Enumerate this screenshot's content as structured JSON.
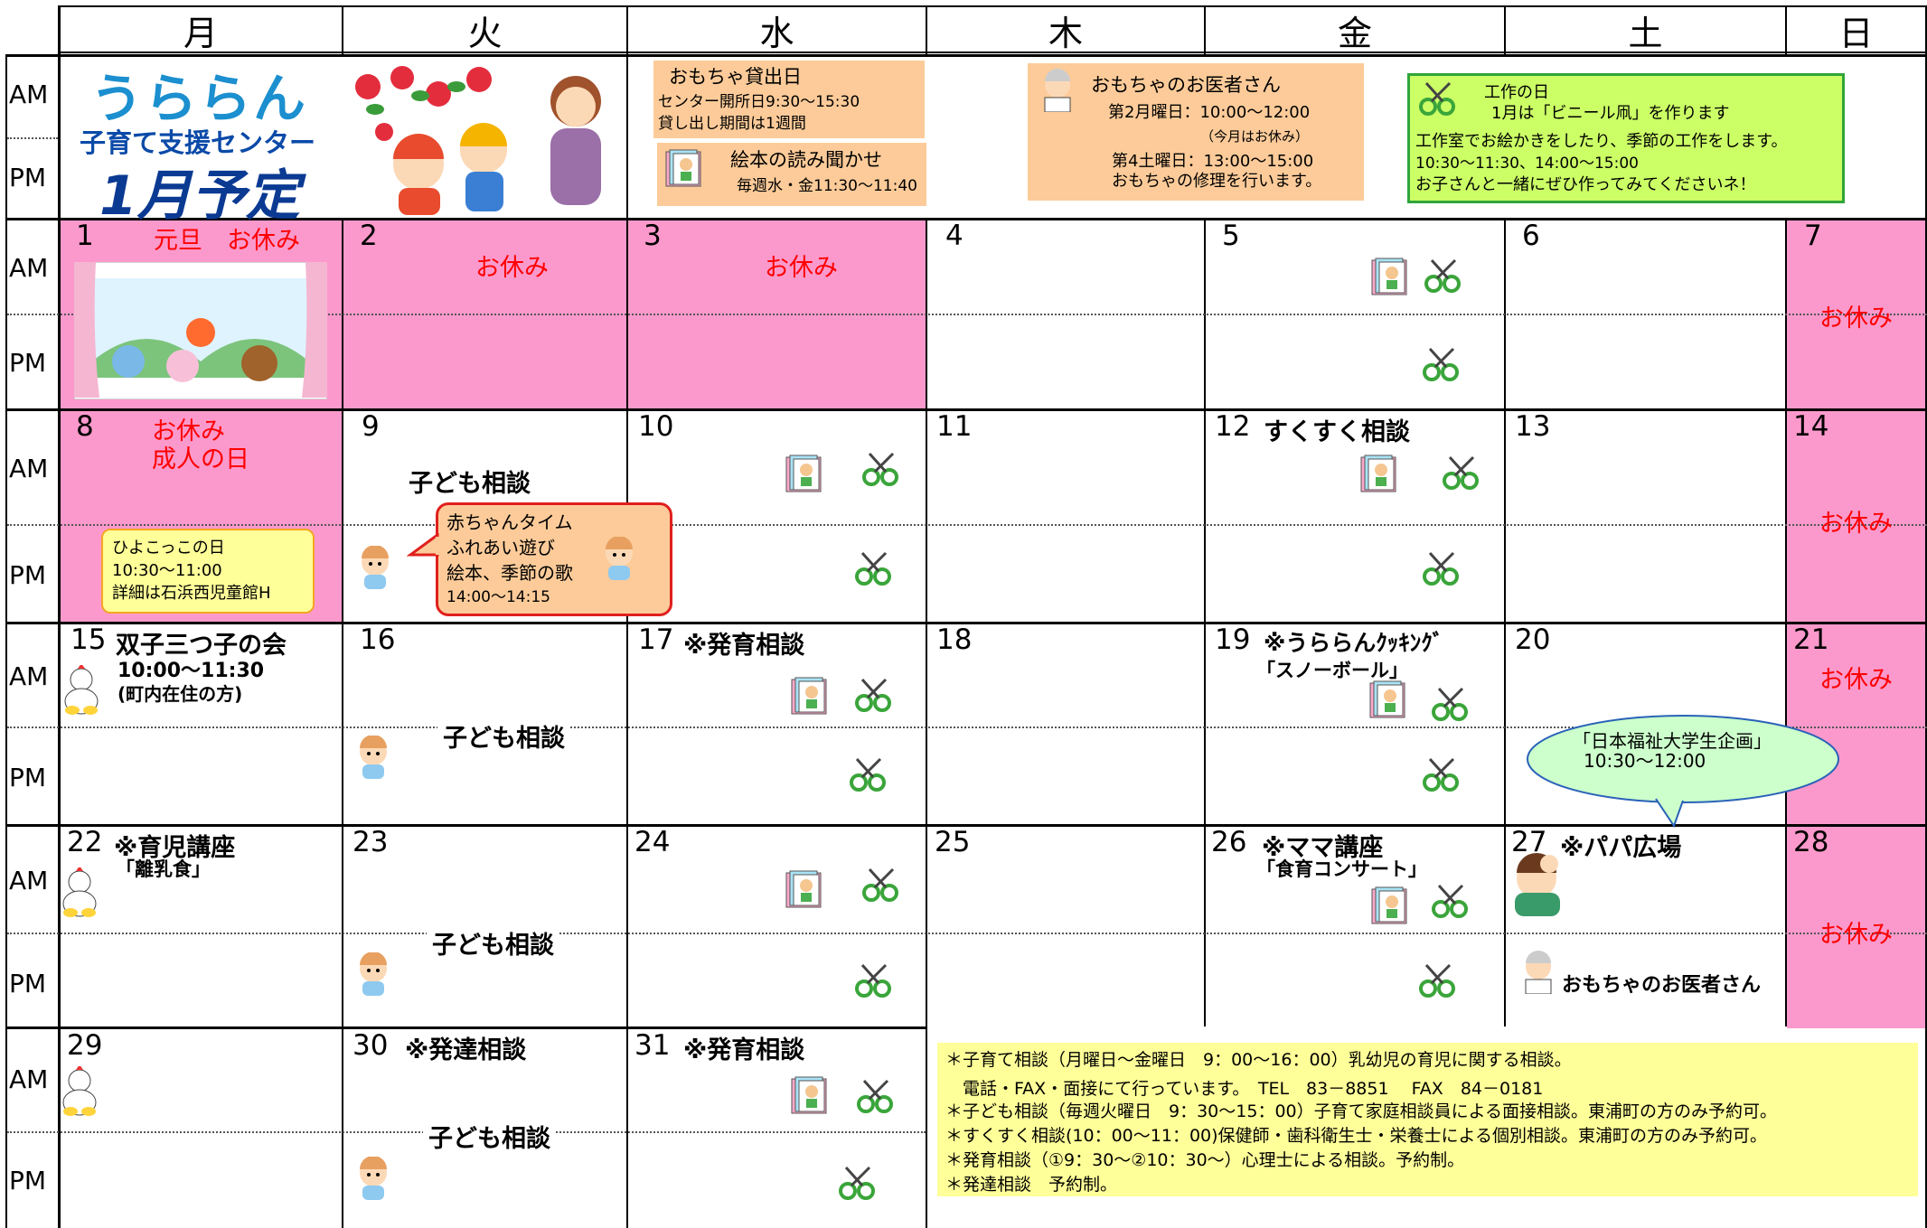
{
  "days": [
    "月",
    "火",
    "水",
    "木",
    "金",
    "土",
    "日"
  ],
  "am": "AM",
  "pm": "PM",
  "title": {
    "line1": "うららん",
    "line2": "子育て支援センター",
    "line3": "1月予定"
  },
  "toy_lending": {
    "title": "おもちゃ貸出日",
    "line1": "センター開所日9:30～15:30",
    "line2": "貸し出し期間は1週間"
  },
  "reading": {
    "title": "絵本の読み聞かせ",
    "line1": "毎週水・金11:30～11:40"
  },
  "toy_doctor": {
    "title": "おもちゃのお医者さん",
    "line1": "第2月曜日：10:00～12:00",
    "line2": "（今月はお休み）",
    "line3": "第4土曜日：13:00～15:00",
    "line4": "おもちゃの修理を行います。"
  },
  "craft": {
    "title": "工作の日",
    "line1": "1月は「ビニール凧」を作ります",
    "line2": "工作室でお絵かきをしたり、季節の工作をします。",
    "line3": "10:30～11:30、14:00～15:00",
    "line4": "お子さんと一緒にぜひ作ってみてくださいネ！"
  },
  "week1": {
    "d1": "1",
    "d1_note": "元旦　お休み",
    "d2": "2",
    "d2_note": "お休み",
    "d3": "3",
    "d3_note": "お休み",
    "d4": "4",
    "d5": "5",
    "d6": "6",
    "d7": "7",
    "d7_note": "お休み"
  },
  "week2": {
    "d8": "8",
    "d8_note1": "お休み",
    "d8_note2": "成人の日",
    "hiyoko": {
      "l1": "ひよこっこの日",
      "l2": "10:30～11:00",
      "l3": "詳細は石浜西児童館H"
    },
    "d9": "9",
    "d9_event": "子ども相談",
    "baby_time": {
      "l1": "赤ちゃんタイム",
      "l2": "ふれあい遊び",
      "l3": "絵本、季節の歌",
      "l4": "14:00～14:15"
    },
    "d10": "10",
    "d11": "11",
    "d12": "12",
    "d12_event": "すくすく相談",
    "d13": "13",
    "d14": "14",
    "d14_note": "お休み"
  },
  "week3": {
    "d15": "15",
    "d15_event": "双子三つ子の会",
    "d15_time": "10:00～11:30",
    "d15_note": "(町内在住の方)",
    "d16": "16",
    "d16_event": "子ども相談",
    "d17": "17",
    "d17_event": "※発育相談",
    "d18": "18",
    "d19": "19",
    "d19_event": "※うららんｸｯｷﾝｸﾞ",
    "d19_sub": "「スノーボール」",
    "d20": "20",
    "d20_bubble1": "「日本福祉大学生企画」",
    "d20_bubble2": "10:30～12:00",
    "d21": "21",
    "d21_note": "お休み"
  },
  "week4": {
    "d22": "22",
    "d22_event": "※育児講座",
    "d22_sub": "「離乳食」",
    "d23": "23",
    "d23_event": "子ども相談",
    "d24": "24",
    "d25": "25",
    "d26": "26",
    "d26_event": "※ママ講座",
    "d26_sub": "「食育コンサート」",
    "d27": "27",
    "d27_event": "※パパ広場",
    "d27_pm": "おもちゃのお医者さん",
    "d28": "28",
    "d28_note": "お休み"
  },
  "week5": {
    "d29": "29",
    "d30": "30",
    "d30_event": "※発達相談",
    "d30_sub": "子ども相談",
    "d31": "31",
    "d31_event": "※発育相談"
  },
  "notes": [
    "＊子育て相談（月曜日～金曜日　9：00～16：00）乳幼児の育児に関する相談。",
    "　電話・FAX・面接にて行っています。　TEL　83－8851　 FAX　84－0181",
    "＊子ども相談（毎週火曜日　9：30～15：00）子育て家庭相談員による面接相談。東浦町の方のみ予約可。",
    "＊すくすく相談(10：00～11：00)保健師・歯科衛生士・栄養士による個別相談。東浦町の方のみ予約可。",
    "＊発育相談（①9：30～②10：30～）心理士による相談。予約制。",
    "＊発達相談　予約制。"
  ],
  "colors": {
    "pink": "#fb99cc",
    "orange": "#fccb99",
    "green": "#ccff66",
    "yellow": "#ffff99",
    "bubble": "#ccffcc"
  }
}
